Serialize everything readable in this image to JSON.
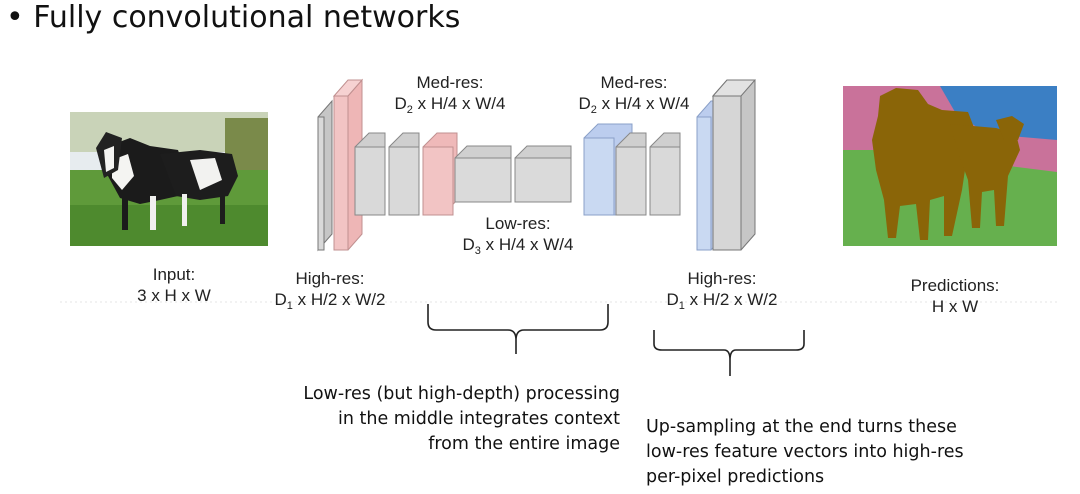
{
  "slide": {
    "title": "• Fully convolutional networks"
  },
  "labels": {
    "input": {
      "line1": "Input:",
      "line2": "3 x H x W"
    },
    "highres_left": {
      "line1": "High-res:",
      "d": "D",
      "sub": "1",
      "rest": " x H/2 x W/2"
    },
    "medres_left": {
      "line1": "Med-res:",
      "d": "D",
      "sub": "2",
      "rest": " x H/4 x W/4"
    },
    "lowres": {
      "line1": "Low-res:",
      "d": "D",
      "sub": "3",
      "rest": " x H/4 x W/4"
    },
    "medres_right": {
      "line1": "Med-res:",
      "d": "D",
      "sub": "2",
      "rest": " x H/4 x W/4"
    },
    "highres_right": {
      "line1": "High-res:",
      "d": "D",
      "sub": "1",
      "rest": " x H/2 x W/2"
    },
    "predictions": {
      "line1": "Predictions:",
      "line2": "H x W"
    }
  },
  "notes": {
    "middle": [
      "Low-res (but high-depth) processing",
      "in the middle integrates context",
      "from the entire image"
    ],
    "end": [
      "Up-sampling at the end turns these",
      "low-res feature vectors into high-res",
      "per-pixel predictions"
    ]
  },
  "colors": {
    "gray_block": "#d9d9d9",
    "pink_block": "#f2c4c4",
    "blue_block": "#c9d9f2",
    "seg_pink": "#c9729a",
    "seg_blue": "#3b7fc4",
    "seg_green": "#66b04e",
    "seg_cow": "#8a6508",
    "grass": "#5f9a3a",
    "sky": "#e7ecef"
  }
}
